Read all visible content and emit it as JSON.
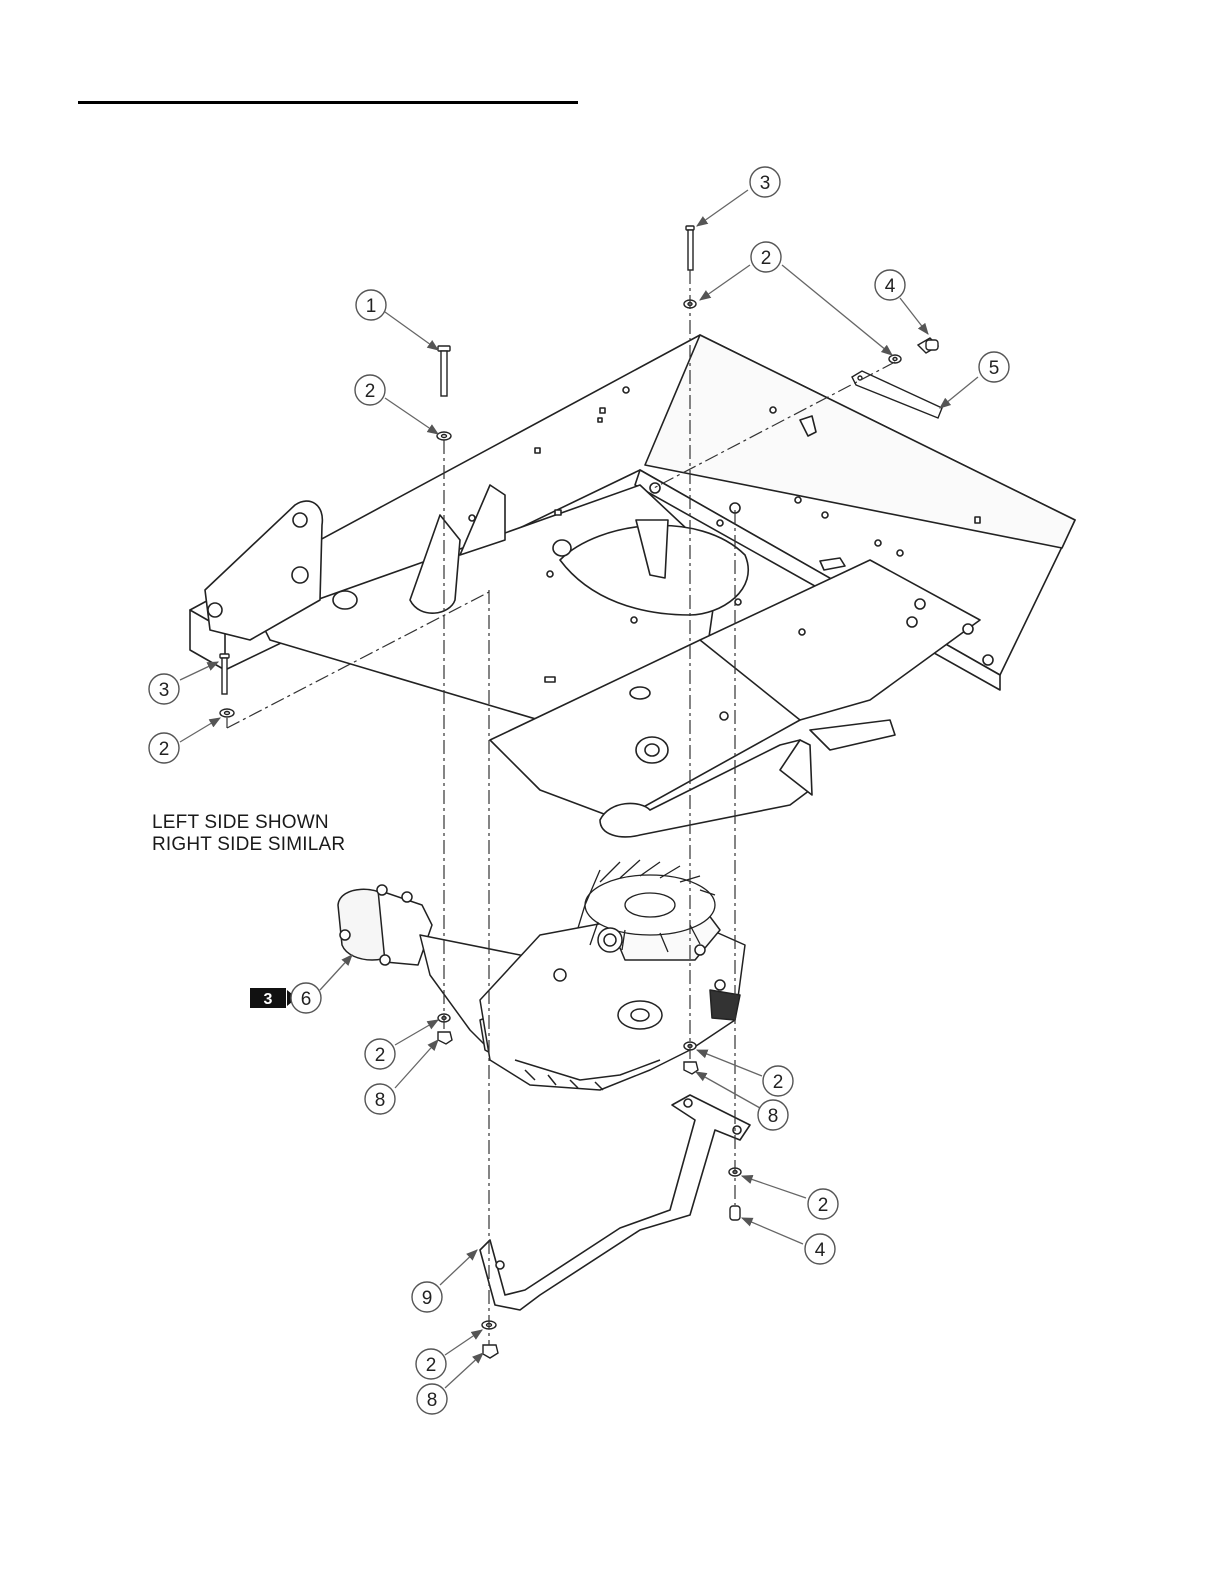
{
  "diagram": {
    "note_lines": [
      "LEFT SIDE SHOWN",
      "RIGHT SIDE SIMILAR"
    ],
    "reference_badge": {
      "label": "3",
      "target": "6"
    },
    "callouts": [
      {
        "id": "c3-top",
        "label": "3"
      },
      {
        "id": "c2-top",
        "label": "2"
      },
      {
        "id": "c4-top",
        "label": "4"
      },
      {
        "id": "c5",
        "label": "5"
      },
      {
        "id": "c1",
        "label": "1"
      },
      {
        "id": "c2-left-upper",
        "label": "2"
      },
      {
        "id": "c3-left",
        "label": "3"
      },
      {
        "id": "c2-left",
        "label": "2"
      },
      {
        "id": "c6",
        "label": "6"
      },
      {
        "id": "c2-mid-left",
        "label": "2"
      },
      {
        "id": "c8-mid-left",
        "label": "8"
      },
      {
        "id": "c2-mid-right",
        "label": "2"
      },
      {
        "id": "c8-mid-right",
        "label": "8"
      },
      {
        "id": "c2-lower-right",
        "label": "2"
      },
      {
        "id": "c4-lower-right",
        "label": "4"
      },
      {
        "id": "c9",
        "label": "9"
      },
      {
        "id": "c2-bottom",
        "label": "2"
      },
      {
        "id": "c8-bottom",
        "label": "8"
      }
    ]
  }
}
